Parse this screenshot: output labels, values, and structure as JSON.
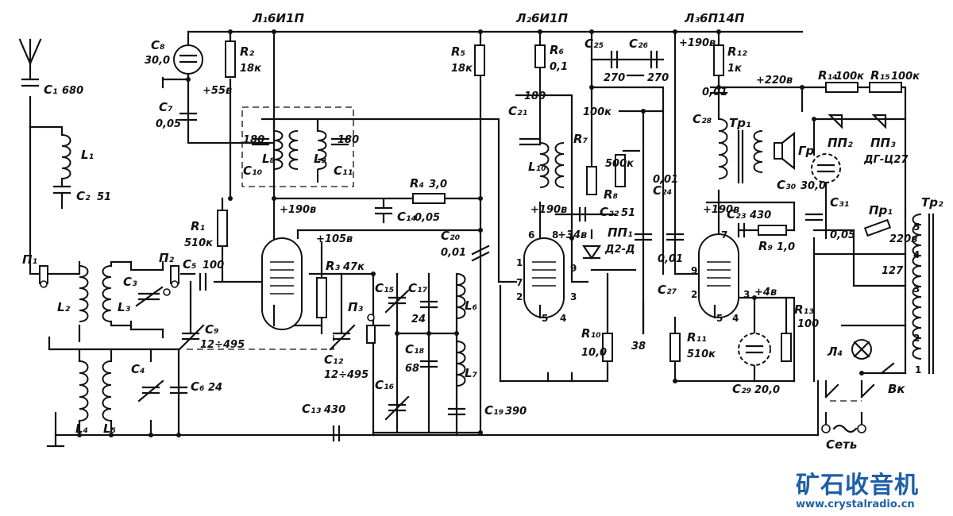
{
  "schematic": {
    "tubes": {
      "l1": "Л₁6И1П",
      "l2": "Л₂6И1П",
      "l3": "Л₃6П14П"
    },
    "components": [
      {
        "id": "c1",
        "ref": "C₁",
        "value": "680"
      },
      {
        "id": "l1coil",
        "ref": "L₁",
        "value": ""
      },
      {
        "id": "c2",
        "ref": "C₂",
        "value": "51"
      },
      {
        "id": "p1",
        "ref": "П₁",
        "value": ""
      },
      {
        "id": "l2",
        "ref": "L₂",
        "value": ""
      },
      {
        "id": "l3",
        "ref": "L₃",
        "value": ""
      },
      {
        "id": "c3",
        "ref": "C₃",
        "value": ""
      },
      {
        "id": "p2",
        "ref": "П₂",
        "value": ""
      },
      {
        "id": "l4",
        "ref": "L₄",
        "value": ""
      },
      {
        "id": "l5",
        "ref": "L₅",
        "value": ""
      },
      {
        "id": "c4",
        "ref": "C₄",
        "value": ""
      },
      {
        "id": "c6",
        "ref": "C₆",
        "value": "24"
      },
      {
        "id": "c8",
        "ref": "C₈",
        "value": "30,0"
      },
      {
        "id": "c7",
        "ref": "C₇",
        "value": "0,05"
      },
      {
        "id": "r2",
        "ref": "R₂",
        "value": "18к"
      },
      {
        "id": "r1",
        "ref": "R₁",
        "value": "510к"
      },
      {
        "id": "c5",
        "ref": "C₅",
        "value": "100"
      },
      {
        "id": "c9",
        "ref": "C₉",
        "value": "12÷495"
      },
      {
        "id": "c10",
        "ref": "C₁₀",
        "value": "180"
      },
      {
        "id": "l8",
        "ref": "L₈",
        "value": ""
      },
      {
        "id": "l9",
        "ref": "L₉",
        "value": ""
      },
      {
        "id": "c11",
        "ref": "C₁₁",
        "value": "180"
      },
      {
        "id": "r3",
        "ref": "R₃",
        "value": "47к"
      },
      {
        "id": "c12",
        "ref": "C₁₂",
        "value": "12÷495"
      },
      {
        "id": "p3",
        "ref": "П₃",
        "value": ""
      },
      {
        "id": "c13",
        "ref": "C₁₃",
        "value": "430"
      },
      {
        "id": "c14",
        "ref": "C₁₄",
        "value": "0,05"
      },
      {
        "id": "r4",
        "ref": "R₄",
        "value": "3,0"
      },
      {
        "id": "c15",
        "ref": "C₁₅",
        "value": ""
      },
      {
        "id": "c16",
        "ref": "C₁₆",
        "value": ""
      },
      {
        "id": "c17",
        "ref": "C₁₇",
        "value": "24"
      },
      {
        "id": "c18",
        "ref": "C₁₈",
        "value": "68"
      },
      {
        "id": "l6",
        "ref": "L₆",
        "value": ""
      },
      {
        "id": "l7",
        "ref": "L₇",
        "value": ""
      },
      {
        "id": "c19",
        "ref": "C₁₉",
        "value": "390"
      },
      {
        "id": "c20",
        "ref": "C₂₀",
        "value": "0,01"
      },
      {
        "id": "r5",
        "ref": "R₅",
        "value": "18к"
      },
      {
        "id": "c21",
        "ref": "C₂₁",
        "value": "180"
      },
      {
        "id": "l10",
        "ref": "L₁₀",
        "value": ""
      },
      {
        "id": "r6",
        "ref": "R₆",
        "value": "0,1"
      },
      {
        "id": "c25",
        "ref": "C₂₅",
        "value": "270"
      },
      {
        "id": "c26",
        "ref": "C₂₆",
        "value": "270"
      },
      {
        "id": "r7",
        "ref": "R₇",
        "value": "100к"
      },
      {
        "id": "r8",
        "ref": "R₈",
        "value": "500к"
      },
      {
        "id": "c22",
        "ref": "C₂₂",
        "value": "51"
      },
      {
        "id": "pp1",
        "ref": "ПП₁",
        "value": "Д2-Д"
      },
      {
        "id": "r10",
        "ref": "R₁₀",
        "value": "10,0"
      },
      {
        "id": "c24",
        "ref": "C₂₄",
        "value": "0,01"
      },
      {
        "id": "c27",
        "ref": "C₂₇",
        "value": "0,01"
      },
      {
        "id": "r11",
        "ref": "R₁₁",
        "value": "510к"
      },
      {
        "id": "r12",
        "ref": "R₁₂",
        "value": "1к"
      },
      {
        "id": "c28",
        "ref": "C₂₈",
        "value": "0,01"
      },
      {
        "id": "tp1",
        "ref": "Тр₁",
        "value": ""
      },
      {
        "id": "gr",
        "ref": "Гр",
        "value": ""
      },
      {
        "id": "c23",
        "ref": "C₂₃",
        "value": "430"
      },
      {
        "id": "r9",
        "ref": "R₉",
        "value": "1,0"
      },
      {
        "id": "c29",
        "ref": "C₂₉",
        "value": "20,0"
      },
      {
        "id": "r13",
        "ref": "R₁₃",
        "value": "100"
      },
      {
        "id": "r14",
        "ref": "R₁₄",
        "value": "100к"
      },
      {
        "id": "r15",
        "ref": "R₁₅",
        "value": "100к"
      },
      {
        "id": "pp2",
        "ref": "ПП₂",
        "value": ""
      },
      {
        "id": "pp3",
        "ref": "ПП₃",
        "value": "ДГ-Ц27"
      },
      {
        "id": "c30",
        "ref": "C₃₀",
        "value": "30,0"
      },
      {
        "id": "c31",
        "ref": "C₃₁",
        "value": "0,05"
      },
      {
        "id": "pr1",
        "ref": "Пр₁",
        "value": ""
      },
      {
        "id": "tp2",
        "ref": "Тр₂",
        "value": ""
      },
      {
        "id": "lamp4",
        "ref": "Л₄",
        "value": ""
      },
      {
        "id": "vk",
        "ref": "Вк",
        "value": ""
      },
      {
        "id": "net",
        "ref": "Сеть",
        "value": ""
      }
    ],
    "voltages": {
      "v55": "+55в",
      "v190_l1": "+190в",
      "v105": "+105в",
      "v190_l2": "+190в",
      "v34": "+34в",
      "v190_l3a": "+190в",
      "v220": "+220в",
      "v190_l3k": "+190в",
      "v4": "+4в",
      "mains220": "220в",
      "mains127": "127",
      "test38": "38"
    },
    "pins": {
      "l2p6": "6",
      "l2p8": "8",
      "l2p1": "1",
      "l2p7": "7",
      "l2p2": "2",
      "l2p9": "9",
      "l2p3": "3",
      "l2p5": "5",
      "l2p4": "4",
      "l3p7": "7",
      "l3p9": "9",
      "l3p2": "2",
      "l3p3": "3",
      "l3p5": "5",
      "l3p4": "4",
      "tp2p5": "5",
      "tp2p4": "4",
      "tp2p3": "3",
      "tp2p2": "2",
      "tp2p1": "1"
    }
  },
  "watermark": {
    "title": "矿石收音机",
    "url": "www.crystalradio.cn"
  }
}
